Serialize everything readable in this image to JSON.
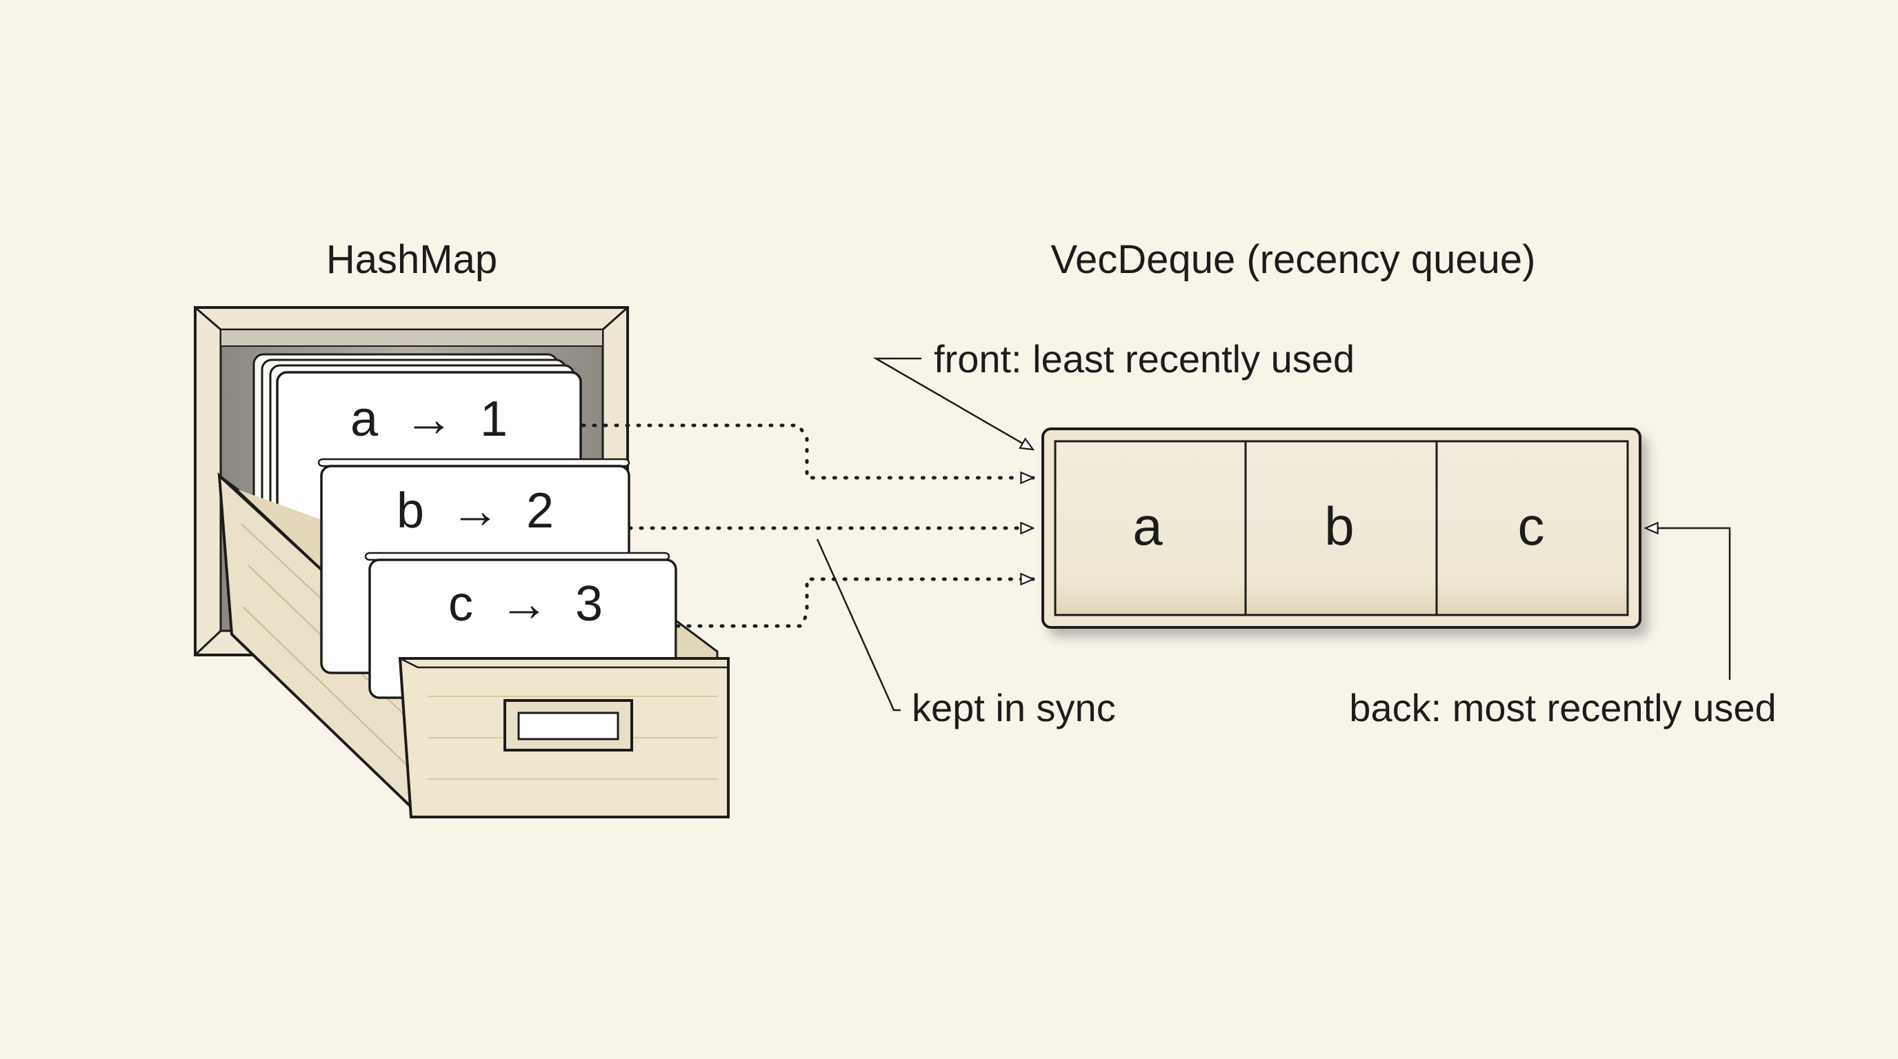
{
  "hashmap": {
    "title": "HashMap",
    "entries": [
      {
        "key": "a",
        "arrow": "→",
        "value": "1"
      },
      {
        "key": "b",
        "arrow": "→",
        "value": "2"
      },
      {
        "key": "c",
        "arrow": "→",
        "value": "3"
      }
    ]
  },
  "deque": {
    "title": "VecDeque (recency queue)",
    "cells": [
      "a",
      "b",
      "c"
    ],
    "front_label": "front: least recently used",
    "back_label": "back: most recently used"
  },
  "sync_label": "kept in sync",
  "colors": {
    "background": "#f8f4e8",
    "wood": "#efe7d3",
    "wood_shadow": "#d9cdb0",
    "card": "#ffffff",
    "ink": "#1c1c1c",
    "cabinet_interior": "#9a968e"
  }
}
